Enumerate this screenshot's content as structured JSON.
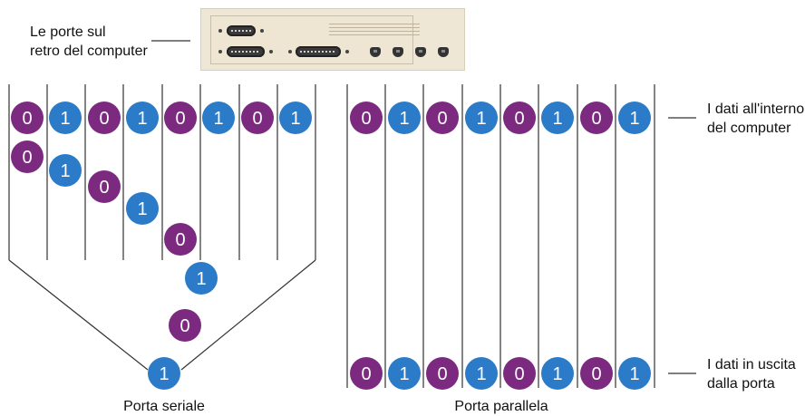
{
  "labels": {
    "ports_back": [
      "Le porte sul",
      "retro del computer"
    ],
    "data_inside": [
      "I dati all'interno",
      "del computer"
    ],
    "data_output": [
      "I dati in uscita",
      "dalla porta"
    ],
    "serial_port": "Porta seriale",
    "parallel_port": "Porta parallela"
  },
  "bits": [
    "0",
    "1",
    "0",
    "1",
    "0",
    "1",
    "0",
    "1"
  ],
  "colors": {
    "bit_0": "#7b2a7f",
    "bit_1": "#2b7bc8",
    "bit_text": "#ffffff",
    "lines": "#333333",
    "panel": "#efe7d5"
  }
}
